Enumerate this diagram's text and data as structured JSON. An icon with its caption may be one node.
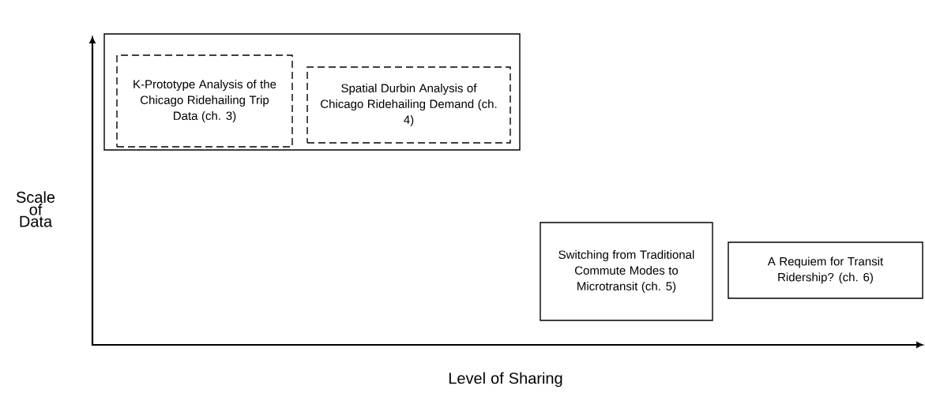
{
  "diagram": {
    "nodes": [
      {
        "text": [],
        "shape": "box"
      },
      {
        "text": [
          "K-Prototype Analysis of the Chicago Ridehailing Trip Data (ch. 3)"
        ],
        "in": 0
      },
      {
        "text": [
          "Spatial Durbin Analysis of Chicago Ridehailing Demand (ch. 4)"
        ],
        "in": 0
      },
      {
        "text": [
          "Switching from Traditional Commute Modes to Microtransit (ch. 5)"
        ]
      },
      {
        "text": [
          "A Requiem for Transit Ridership? (ch. 6)"
        ]
      }
    ],
    "edges": [],
    "labels": [
      "Scale of Data",
      "Level of Sharing"
    ]
  }
}
